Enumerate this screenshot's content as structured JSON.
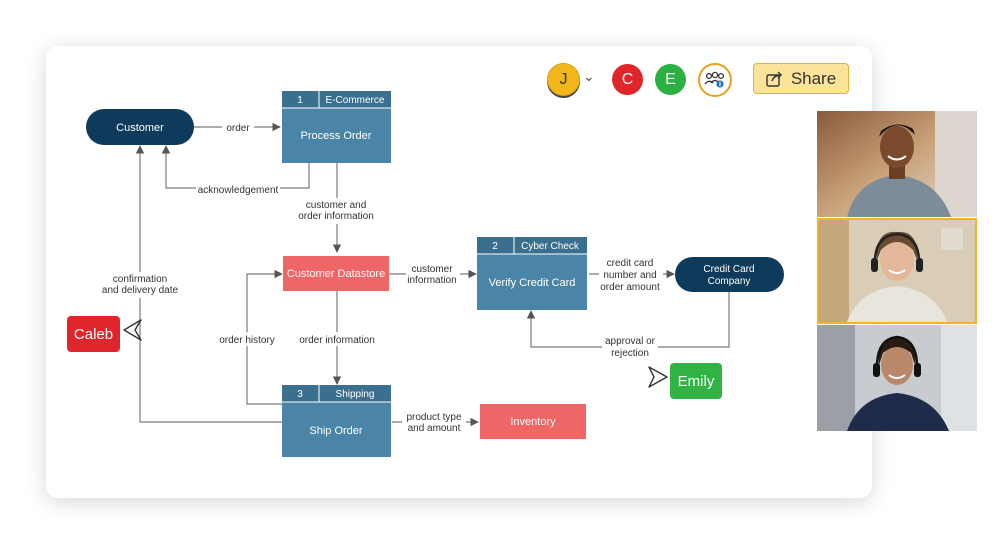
{
  "toolbar": {
    "collaborators": [
      {
        "initial": "J",
        "color": "#f2b71a"
      },
      {
        "initial": "C",
        "color": "#e0262a"
      },
      {
        "initial": "E",
        "color": "#2db042"
      }
    ],
    "group_icon": "people-group-icon",
    "share_label": "Share",
    "share_icon": "share-icon"
  },
  "diagram": {
    "entities": {
      "customer": "Customer",
      "credit_card_company": "Credit Card Company"
    },
    "processes": [
      {
        "number": "1",
        "group": "E-Commerce",
        "name": "Process Order"
      },
      {
        "number": "2",
        "group": "Cyber Check",
        "name": "Verify Credit Card"
      },
      {
        "number": "3",
        "group": "Shipping",
        "name": "Ship Order"
      }
    ],
    "datastores": {
      "customer_datastore": "Customer Datastore",
      "inventory": "Inventory"
    },
    "flows": {
      "order": "order",
      "acknowledgement": "acknowledgement",
      "customer_order_info": [
        "customer and",
        "order information"
      ],
      "customer_info": [
        "customer",
        "information"
      ],
      "credit_card_info": [
        "credit card",
        "number and",
        "order amount"
      ],
      "approval": [
        "approval or",
        "rejection"
      ],
      "order_history": "order history",
      "order_information": "order information",
      "confirmation": [
        "confirmation",
        "and delivery date"
      ],
      "product_type": [
        "product type",
        "and amount"
      ]
    },
    "colors": {
      "entity": "#0e3a5b",
      "process": "#4a84a6",
      "process_header": "#3a6f90",
      "datastore": "#ef6666"
    }
  },
  "participants": {
    "caleb": "Caleb",
    "emily": "Emily"
  }
}
